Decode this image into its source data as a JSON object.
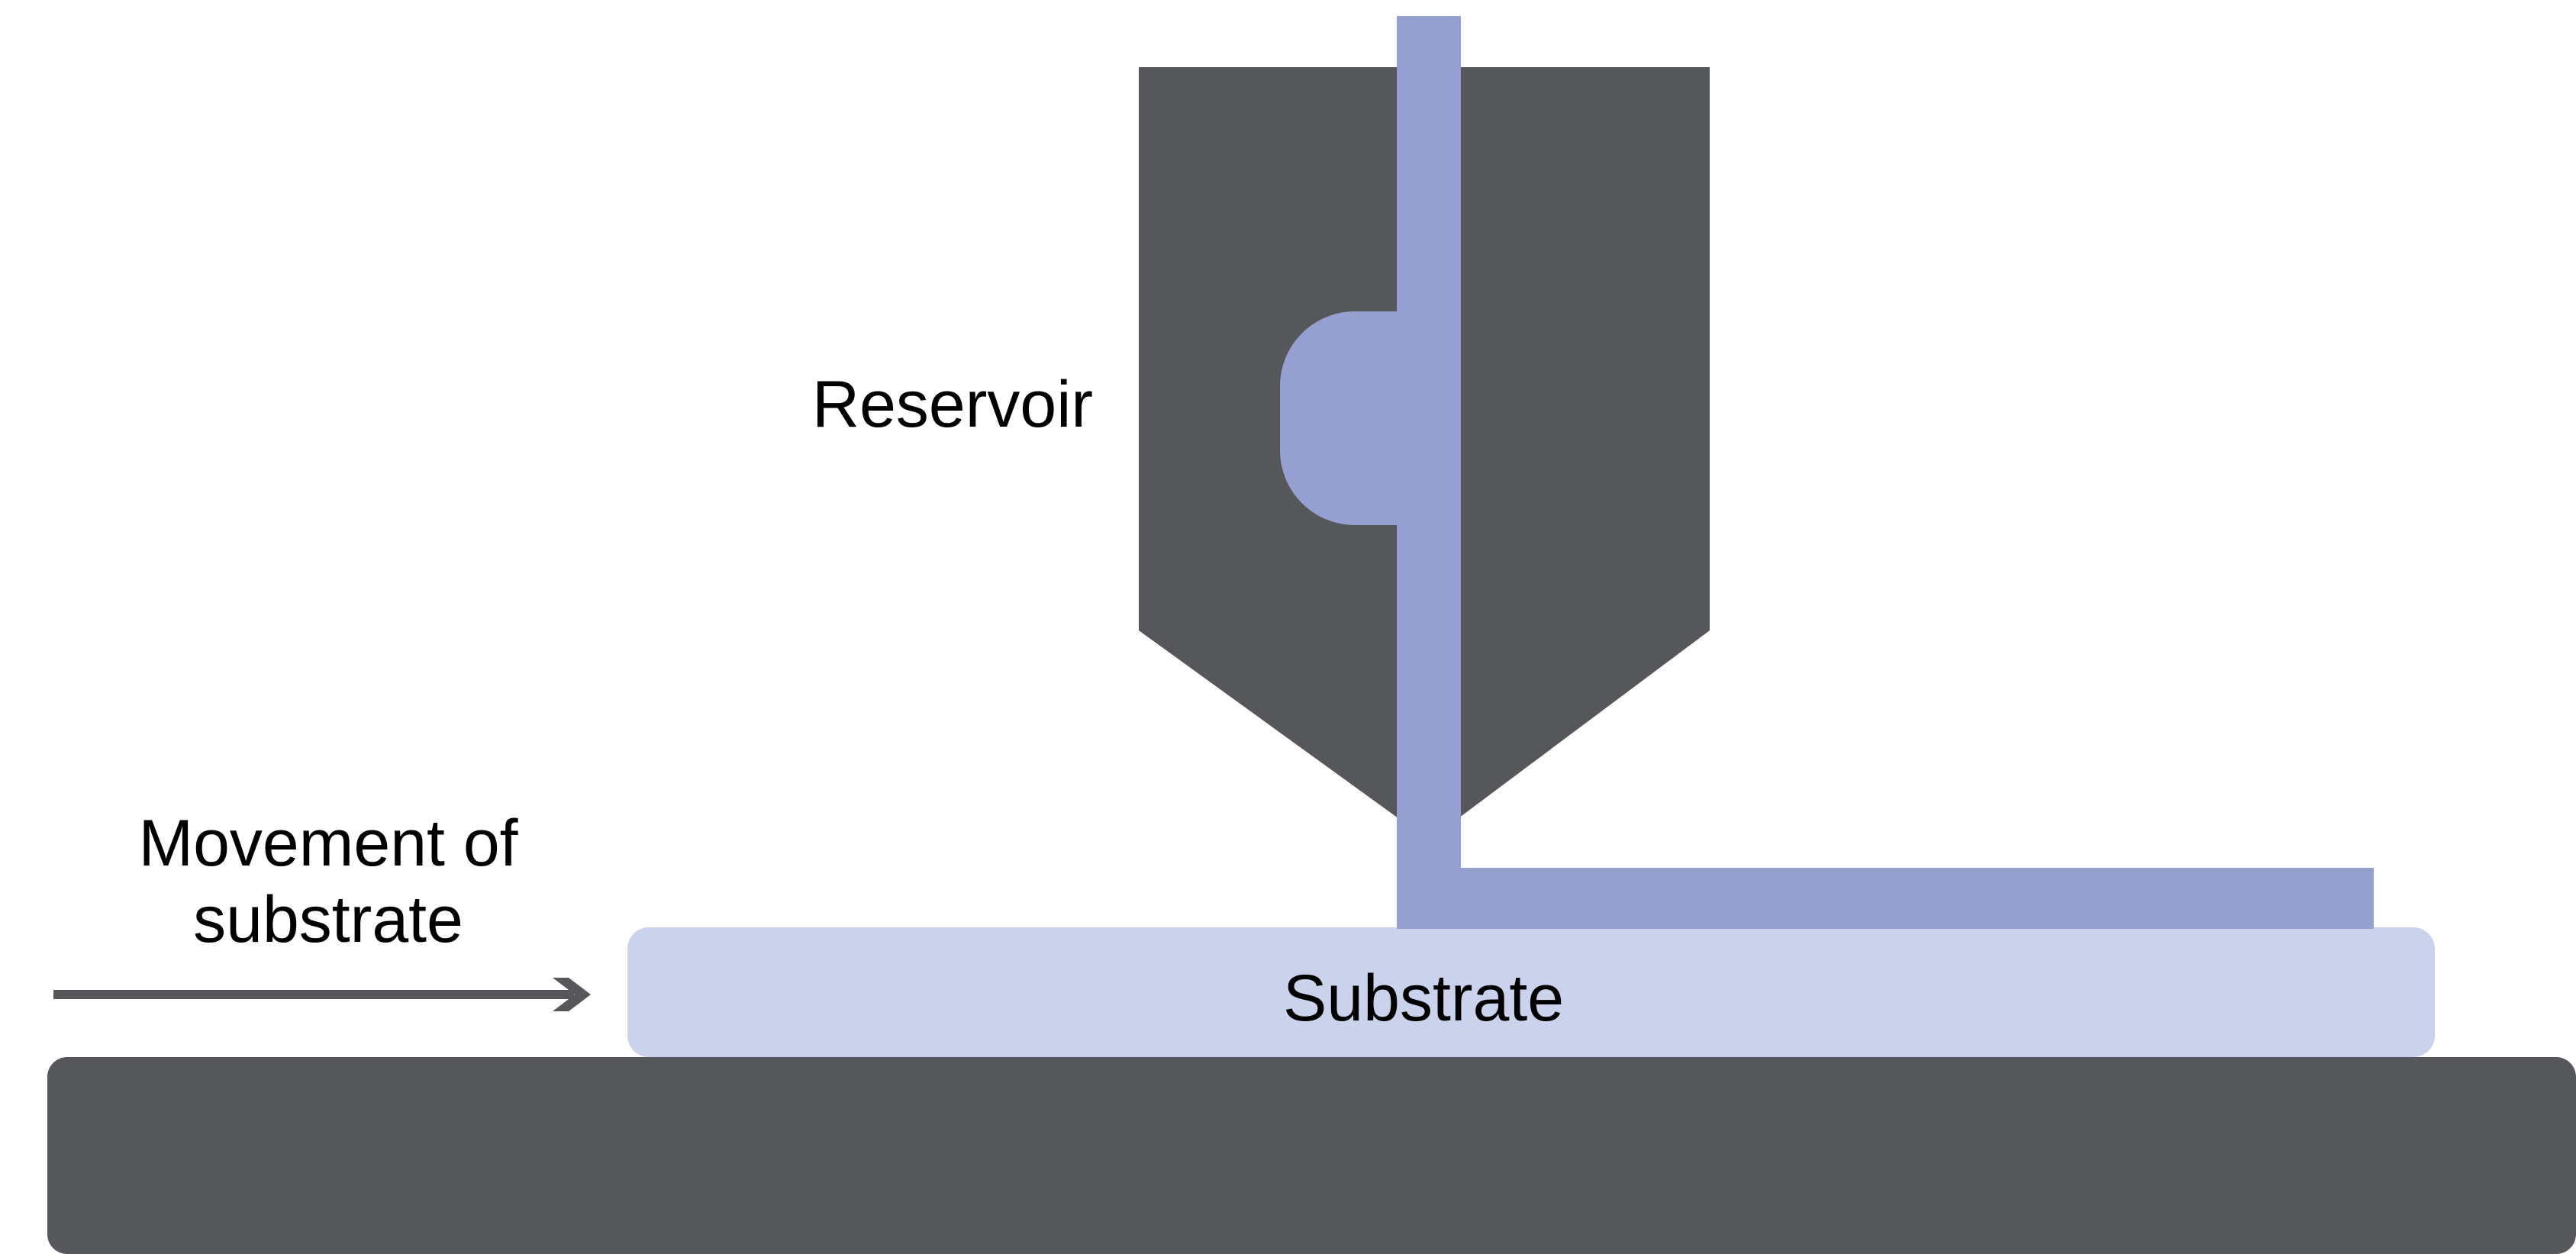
{
  "labels": {
    "reservoir": "Reservoir",
    "movement_line1": "Movement of",
    "movement_line2": "substrate",
    "substrate": "Substrate"
  },
  "colors": {
    "dark_gray": "#56575b",
    "ink_blue": "#95a0d0",
    "substrate_blue": "#cbd2eb",
    "background": "#ffffff",
    "text": "#000000"
  }
}
